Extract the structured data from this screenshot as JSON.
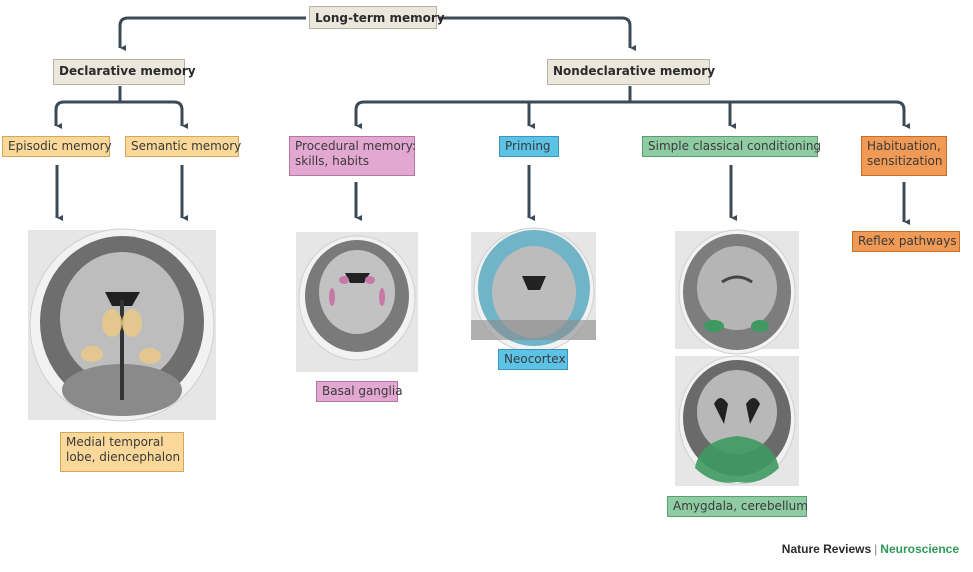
{
  "diagram": {
    "root": {
      "label": "Long-term memory"
    },
    "declarative": {
      "label": "Declarative memory",
      "children": [
        {
          "label": "Episodic memory"
        },
        {
          "label": "Semantic memory"
        }
      ],
      "region": "Medial temporal lobe, diencephalon",
      "region_lines": [
        "Medial temporal",
        "lobe, diencephalon"
      ]
    },
    "nondeclarative": {
      "label": "Nondeclarative memory",
      "children": [
        {
          "label_lines": [
            "Procedural memory:",
            "skills, habits"
          ],
          "region": "Basal ganglia"
        },
        {
          "label_lines": [
            "Priming"
          ],
          "region": "Neocortex"
        },
        {
          "label_lines": [
            "Simple classical conditioning"
          ],
          "region": "Amygdala, cerebellum"
        },
        {
          "label_lines": [
            "Habituation,",
            "sensitization"
          ],
          "region": "Reflex pathways"
        }
      ]
    },
    "colors": {
      "header": "#ebe7dc",
      "declarative": "#f9d89a",
      "procedural": "#e3a8d2",
      "priming": "#5cc2e6",
      "conditioning": "#8fcca4",
      "habituation": "#f09a55",
      "arrow": "#3b4a56",
      "highlight_declarative": "#e8c88a",
      "highlight_procedural": "#c77aa8",
      "highlight_priming": "#5aa9bf",
      "highlight_conditioning": "#3e9a60"
    },
    "credit": {
      "journal": "Nature Reviews",
      "separator": "|",
      "subject": "Neuroscience"
    }
  }
}
